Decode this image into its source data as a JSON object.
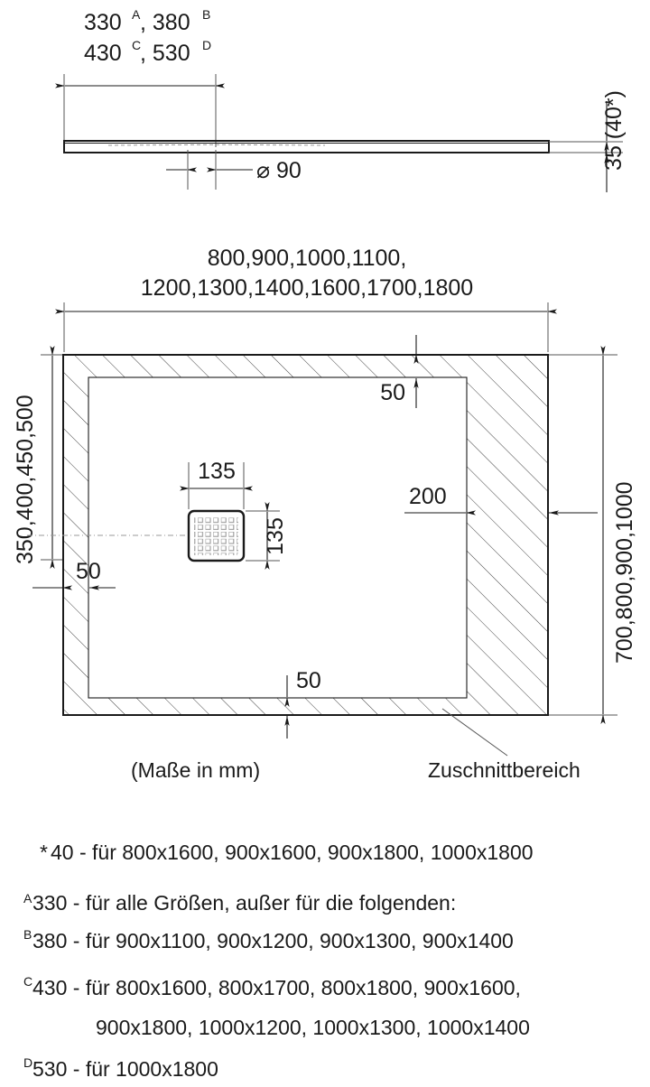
{
  "drawing": {
    "title_note": "(Maße in mm)",
    "cutting_area_label": "Zuschnittbereich",
    "section": {
      "top_dim_line1": "330",
      "top_dim_line1_sup": "A",
      "top_dim_line1b": ", 380",
      "top_dim_line1b_sup": "B",
      "top_dim_line2": "430",
      "top_dim_line2_sup": "C",
      "top_dim_line2b": ", 530",
      "top_dim_line2b_sup": "D",
      "drain_diameter": "⌀ 90",
      "thickness": "35 (40*)"
    },
    "plan": {
      "width_line1": "800,900,1000,1100,",
      "width_line2": "1200,1300,1400,1600,1700,1800",
      "height_left": "350,400,450,500",
      "height_right": "700,800,900,1000",
      "edge_top": "50",
      "edge_left": "50",
      "edge_bottom": "50",
      "edge_right": "200",
      "drain_width": "135",
      "drain_height": "135"
    }
  },
  "footnotes": [
    {
      "marker": "*",
      "text": "40 - für 800x1600, 900x1600, 900x1800, 1000x1800"
    },
    {
      "marker": "A",
      "text": "330 - für alle Größen, außer für die folgenden:"
    },
    {
      "marker": "B",
      "text": "380 - für 900x1100, 900x1200, 900x1300, 900x1400"
    },
    {
      "marker": "C",
      "text": "430 - für 800x1600, 800x1700, 800x1800, 900x1600,"
    },
    {
      "marker": "",
      "text": "900x1800, 1000x1200, 1000x1300, 1000x1400"
    },
    {
      "marker": "D",
      "text": "530 - für 1000x1800"
    }
  ],
  "colors": {
    "line": "#1a1a1a",
    "extension": "#555555",
    "hatch": "#444444",
    "center": "#999999",
    "background": "#ffffff"
  }
}
